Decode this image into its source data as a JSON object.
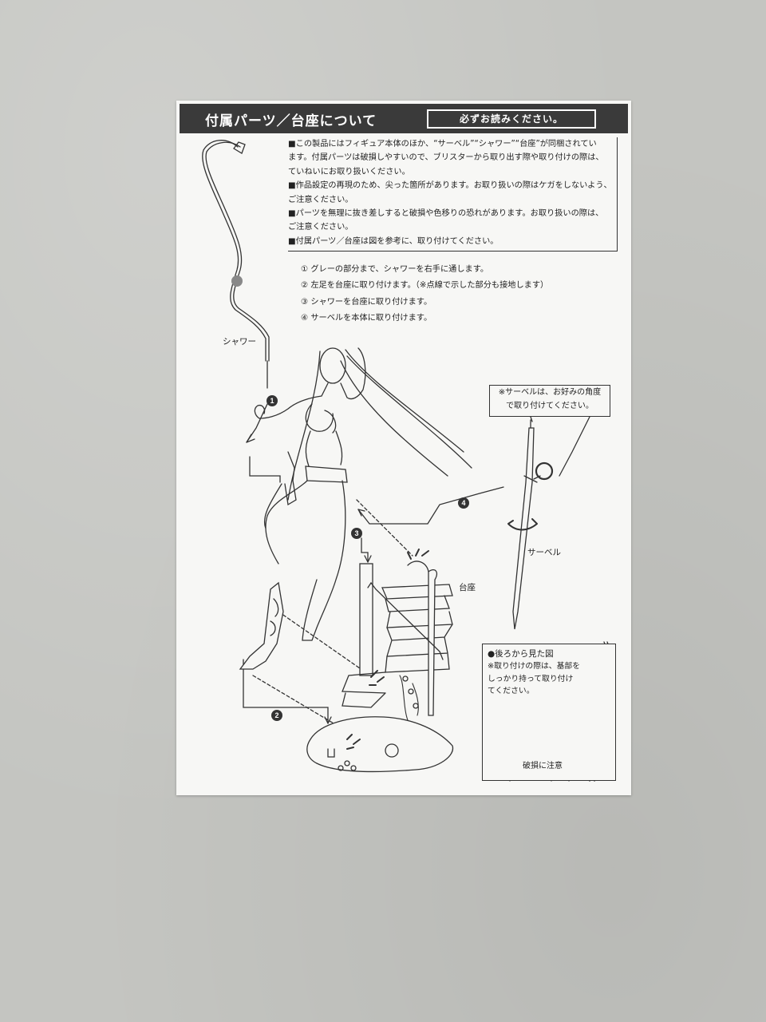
{
  "header": {
    "title": "付属パーツ／台座について",
    "notice": "必ずお読みください。"
  },
  "notes": [
    "■この製品にはフィギュア本体のほか、“サーベル”“シャワー”“台座”が同梱されてい",
    "ます。付属パーツは破損しやすいので、ブリスターから取り出す際や取り付けの際は、",
    "ていねいにお取り扱いください。",
    "■作品設定の再現のため、尖った箇所があります。お取り扱いの際はケガをしないよう、",
    "ご注意ください。",
    "■パーツを無理に抜き差しすると破損や色移りの恐れがあります。お取り扱いの際は、",
    "ご注意ください。",
    "■付属パーツ／台座は図を参考に、取り付けてください。"
  ],
  "steps": [
    "① グレーの部分まで、シャワーを右手に通します。",
    "② 左足を台座に取り付けます。（※点線で示した部分も接地します）",
    "③ シャワーを台座に取り付けます。",
    "④ サーベルを本体に取り付けます。"
  ],
  "labels": {
    "shower": "シャワー",
    "saber": "サーベル",
    "base": "台座"
  },
  "saber_note": {
    "line1": "※サーベルは、お好みの角度",
    "line2": "で取り付けてください。"
  },
  "back_view": {
    "title": "●後ろから見た図",
    "desc": [
      "※取り付けの際は、基部を",
      "しっかり持って取り付け",
      "てください。"
    ],
    "warning": "破損に注意"
  },
  "markers": [
    "1",
    "2",
    "3",
    "4"
  ]
}
